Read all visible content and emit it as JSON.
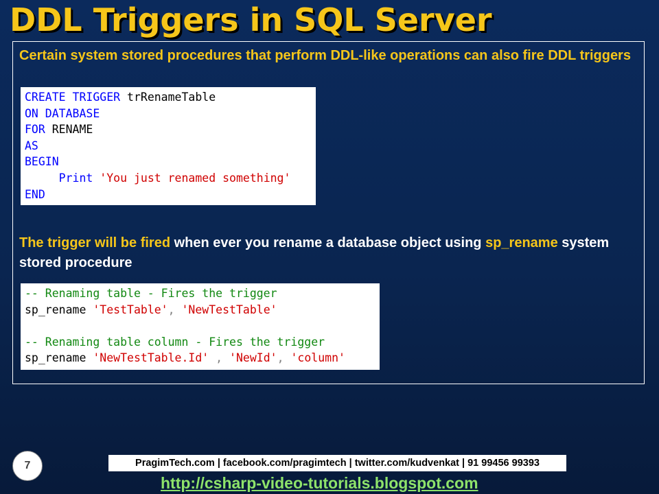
{
  "slide": {
    "title": "DDL Triggers in SQL Server",
    "para1": "Certain system stored procedures that perform DDL-like operations can also fire DDL triggers",
    "para2": {
      "highlight1": "The trigger will be fired",
      "text1": " when ever you rename a database object using ",
      "highlight2": "sp_rename",
      "text2": " system stored procedure"
    },
    "code1": [
      [
        {
          "t": "CREATE TRIGGER ",
          "c": "kw"
        },
        {
          "t": "trRenameTable",
          "c": "tx"
        }
      ],
      [
        {
          "t": "ON DATABASE",
          "c": "kw"
        }
      ],
      [
        {
          "t": "FOR ",
          "c": "kw"
        },
        {
          "t": "RENAME",
          "c": "tx"
        }
      ],
      [
        {
          "t": "AS",
          "c": "kw"
        }
      ],
      [
        {
          "t": "BEGIN",
          "c": "kw"
        }
      ],
      [
        {
          "t": "     Print ",
          "c": "kw"
        },
        {
          "t": "'You just renamed something'",
          "c": "str"
        }
      ],
      [
        {
          "t": "END",
          "c": "kw"
        }
      ]
    ],
    "code2": [
      [
        {
          "t": "-- Renaming table - Fires the trigger",
          "c": "cm"
        }
      ],
      [
        {
          "t": "sp_rename ",
          "c": "tx"
        },
        {
          "t": "'TestTable'",
          "c": "str"
        },
        {
          "t": ", ",
          "c": "gr"
        },
        {
          "t": "'NewTestTable'",
          "c": "str"
        }
      ],
      [
        {
          "t": "",
          "c": "tx"
        }
      ],
      [
        {
          "t": "-- Renaming table column - Fires the trigger",
          "c": "cm"
        }
      ],
      [
        {
          "t": "sp_rename ",
          "c": "tx"
        },
        {
          "t": "'NewTestTable.Id'",
          "c": "str"
        },
        {
          "t": " , ",
          "c": "gr"
        },
        {
          "t": "'NewId'",
          "c": "str"
        },
        {
          "t": ", ",
          "c": "gr"
        },
        {
          "t": "'column'",
          "c": "str"
        }
      ]
    ],
    "page_number": "7",
    "footer_contacts": "PragimTech.com | facebook.com/pragimtech | twitter.com/kudvenkat | 91 99456 99393",
    "footer_url": "http://csharp-video-tutorials.blogspot.com"
  }
}
